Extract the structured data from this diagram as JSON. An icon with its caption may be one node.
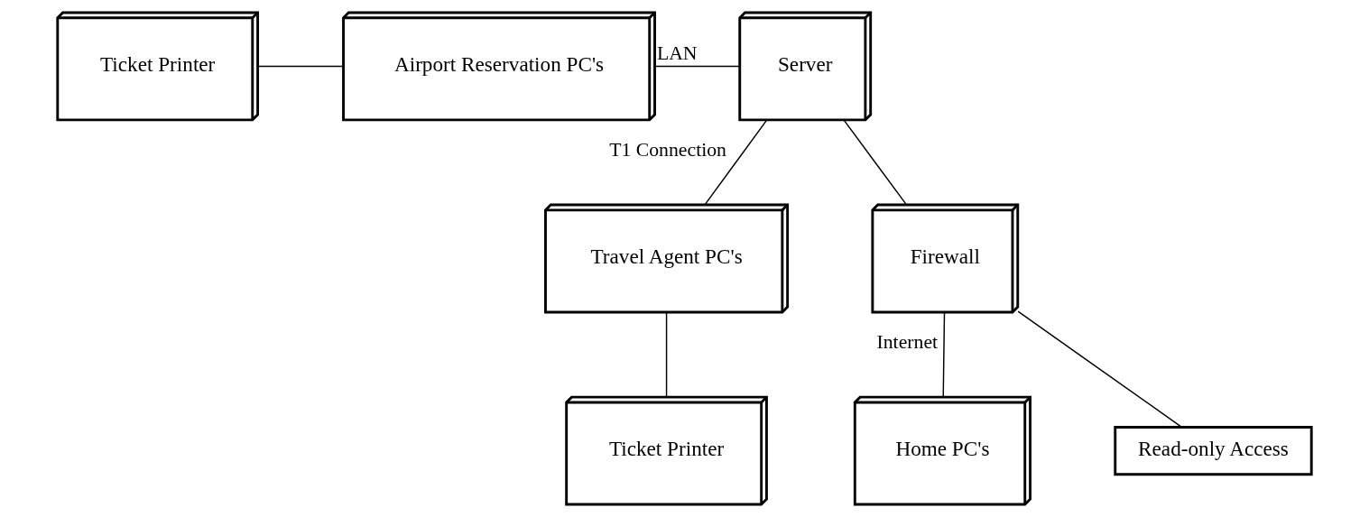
{
  "diagram": {
    "nodes": [
      {
        "text": [
          "Ticket Printer"
        ]
      },
      {
        "text": [
          "Airport Reservation PC's"
        ]
      },
      {
        "text": [
          "Server"
        ]
      },
      {
        "text": [
          "Travel Agent PC's"
        ]
      },
      {
        "text": [
          "Firewall"
        ]
      },
      {
        "text": [
          "Ticket Printer"
        ]
      },
      {
        "text": [
          "Home PC's"
        ]
      },
      {
        "text": [
          "Read-only Access"
        ]
      }
    ],
    "edges": [
      {
        "from": 0,
        "to": 1,
        "arrow": "none"
      },
      {
        "from": 1,
        "to": 2,
        "arrow": "none",
        "label": "LAN"
      },
      {
        "from": 2,
        "to": 3,
        "arrow": "none",
        "label": "T1 Connection"
      },
      {
        "from": 2,
        "to": 4,
        "arrow": "none"
      },
      {
        "from": 3,
        "to": 5,
        "arrow": "none"
      },
      {
        "from": 4,
        "to": 6,
        "arrow": "none",
        "label": "Internet"
      },
      {
        "from": 4,
        "to": 7,
        "arrow": "none"
      }
    ]
  }
}
